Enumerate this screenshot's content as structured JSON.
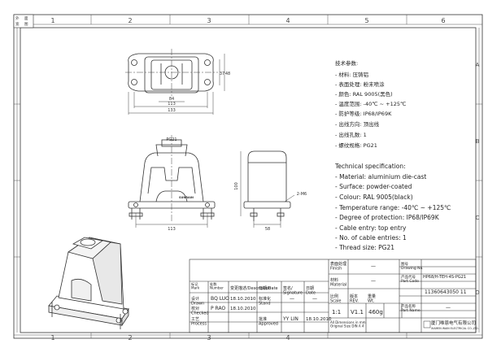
{
  "grid": {
    "cols": [
      "1",
      "2",
      "3",
      "4",
      "5",
      "6"
    ],
    "rows": [
      "A",
      "B",
      "C",
      "D"
    ]
  },
  "corner": {
    "l1": "外",
    "l2": "宽",
    "l3": "面",
    "l4": "图"
  },
  "specs_cn": {
    "title": "技术参数:",
    "items": [
      "- 材料: 压铸铝",
      "- 表面处理: 粉末喷涂",
      "- 颜色: RAL 9005(黑色)",
      "- 温度范围: -40℃ ~ +125℃",
      "- 防护等级: IP68/IP69K",
      "- 出线方向: 顶出线",
      "- 出线孔数: 1",
      "- 螺纹规格: PG21"
    ]
  },
  "specs_en": {
    "title": "Technical specification:",
    "items": [
      "- Material: aluminium die-cast",
      "- Surface: powder-coated",
      "- Colour: RAL 9005(black)",
      "- Temperature range: -40℃ ~ +125℃",
      "- Degree of protection: IP68/IP69K",
      "- Cable entry: top entry",
      "- No. of cable entries: 1",
      "- Thread size: PG21"
    ]
  },
  "dims": {
    "top_width": "113",
    "top_total": "133",
    "top_inner": "84",
    "top_h1": "48",
    "top_h2": "37",
    "front_label": "PG21",
    "front_width": "113",
    "logo": "SUNRAIN",
    "side_height": "100",
    "side_screw": "2-M6",
    "side_width": "58"
  },
  "title_block": {
    "mark": "标记\nMark",
    "count": "处数\nNumber",
    "change": "变更描述/Description",
    "date": "日期/Date",
    "sig": "签名/\nSignature",
    "sig_date": "日期\nDate",
    "drawn_label": "设计\nDrawn",
    "drawn_name": "BQ  LUO",
    "drawn_date": "18.10.2010",
    "stand_label": "标准化\nStand",
    "checked_label": "校对\nChecked",
    "checked_name": "P  RAO",
    "checked_date": "18.10.2010",
    "process_label": "工艺\nProcess",
    "approved_label": "批准\nApproved",
    "approved_name": "YY  LIN",
    "approved_date": "18.10.2010",
    "dash": "—",
    "surface_label": "表面处理\nFinish",
    "material_label": "材料\nMaterial",
    "scale_label": "比例\nScale",
    "scale": "1:1",
    "rev_label": "版本\nREV.",
    "rev": "V1.1",
    "weight_label": "重量\nWt.",
    "weight": "460g",
    "drawing_no_label": "图号\nDrawing No.",
    "part_code_label": "产品代号\nPart Code",
    "part_code": "HP68/H-TEH-4S-PG21",
    "part_code2": "11360643050 11",
    "part_name_label": "产品名称\nPart Name",
    "tolerance": "All Dimensions in mm\nOriginal Size DIN A 4",
    "company_cn": "厦门唯恩电气有限公司",
    "company_en": "XIAMEN WAIN ELECTRICAL CO.,LTD."
  }
}
